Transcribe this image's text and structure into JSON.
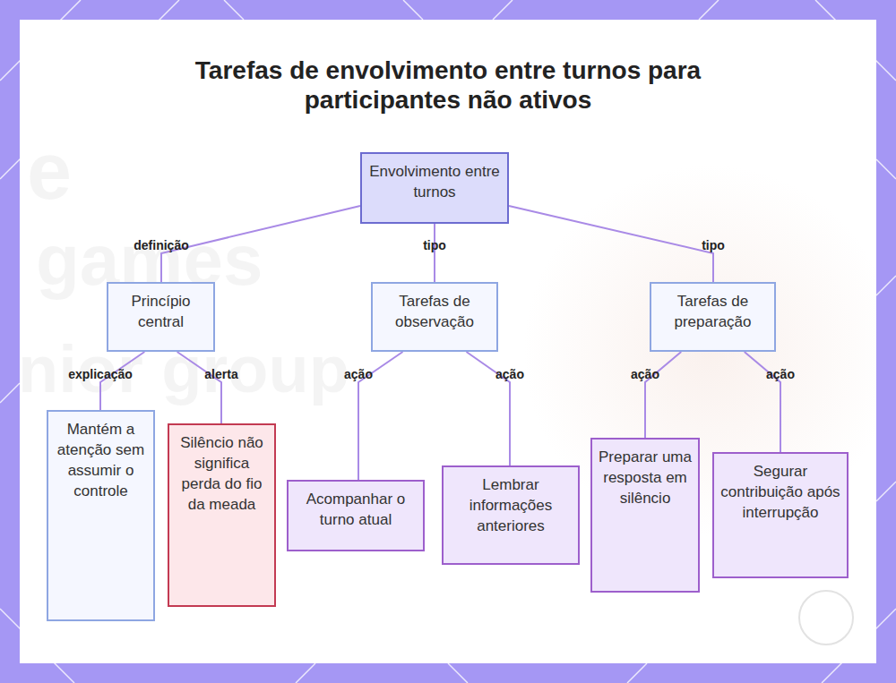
{
  "diagram": {
    "title": "Tarefas de envolvimento entre turnos para participantes não ativos",
    "nodes": [
      {
        "text": [
          "Envolvimento entre turnos"
        ]
      },
      {
        "text": [
          "Princípio central"
        ]
      },
      {
        "text": [
          "Tarefas de observação"
        ]
      },
      {
        "text": [
          "Tarefas de preparação"
        ]
      },
      {
        "text": [
          "Mantém a atenção sem assumir o controle"
        ]
      },
      {
        "text": [
          "Silêncio não significa perda do fio da meada"
        ]
      },
      {
        "text": [
          "Acompanhar o turno atual"
        ]
      },
      {
        "text": [
          "Lembrar informações anteriores"
        ]
      },
      {
        "text": [
          "Preparar uma resposta em silêncio"
        ]
      },
      {
        "text": [
          "Segurar contribuição após interrupção"
        ]
      }
    ],
    "edges": [
      {
        "from": 0,
        "to": 1,
        "label": "definição",
        "arrow": "none"
      },
      {
        "from": 0,
        "to": 2,
        "label": "tipo",
        "arrow": "none"
      },
      {
        "from": 0,
        "to": 3,
        "label": "tipo",
        "arrow": "none"
      },
      {
        "from": 1,
        "to": 4,
        "label": "explicação",
        "arrow": "none"
      },
      {
        "from": 1,
        "to": 5,
        "label": "alerta",
        "arrow": "none"
      },
      {
        "from": 2,
        "to": 6,
        "label": "ação",
        "arrow": "none"
      },
      {
        "from": 2,
        "to": 7,
        "label": "ação",
        "arrow": "none"
      },
      {
        "from": 3,
        "to": 8,
        "label": "ação",
        "arrow": "none"
      },
      {
        "from": 3,
        "to": 9,
        "label": "ação",
        "arrow": "none"
      }
    ],
    "labels": [
      "e",
      "games",
      "nior group"
    ]
  }
}
